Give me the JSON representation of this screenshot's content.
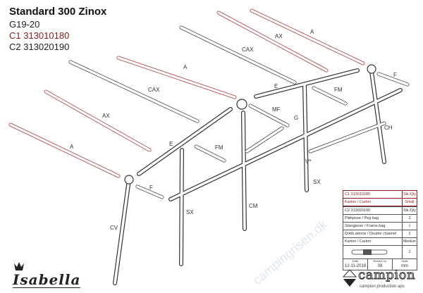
{
  "header": {
    "title": "Standard 300 Zinox",
    "model": "G19-20",
    "c1": "C1 313010180",
    "c2": "C2 313020190"
  },
  "parts": [
    {
      "label": "A",
      "color": "red"
    },
    {
      "label": "AX",
      "color": "red"
    },
    {
      "label": "CAX",
      "color": "black"
    },
    {
      "label": "A",
      "color": "red"
    },
    {
      "label": "CAX",
      "color": "black"
    },
    {
      "label": "AX",
      "color": "red"
    },
    {
      "label": "A",
      "color": "red"
    },
    {
      "label": "E",
      "color": "black"
    },
    {
      "label": "E",
      "color": "black"
    },
    {
      "label": "FM",
      "color": "black"
    },
    {
      "label": "FM",
      "color": "black"
    },
    {
      "label": "F",
      "color": "black"
    },
    {
      "label": "F",
      "color": "black"
    },
    {
      "label": "MF",
      "color": "black"
    },
    {
      "label": "G",
      "color": "black"
    },
    {
      "label": "CH",
      "color": "black"
    },
    {
      "label": "V*",
      "color": "black"
    },
    {
      "label": "SX",
      "color": "black"
    },
    {
      "label": "SX",
      "color": "black"
    },
    {
      "label": "CM",
      "color": "black"
    },
    {
      "label": "CV",
      "color": "black"
    }
  ],
  "table_c1": {
    "header": "C1 313010180",
    "qty_header": "Stk./Qty",
    "rows": [
      {
        "item": "Karton / Carton",
        "qty": "Small"
      }
    ]
  },
  "table_c2": {
    "header": "C2 313020190",
    "qty_header": "Stk./Qty",
    "rows": [
      {
        "item": "Pløkpose / Peg bag",
        "qty": "3"
      },
      {
        "item": "Stangpose / Frame bag",
        "qty": "1"
      },
      {
        "item": "Dobb.skinne / Double channel",
        "qty": "2"
      },
      {
        "item": "Karton / Carton",
        "qty": "Medium"
      }
    ],
    "image_row_qty": "2",
    "footer": {
      "date_label": "Date",
      "date": "12-11-2019",
      "version_label": "Version no.",
      "version": "08",
      "units_label": "Units",
      "units": "mm"
    }
  },
  "brand": {
    "name": "campion",
    "sub": "campion production aps",
    "isabella": "Isabella",
    "watermark": "campingrisen.dk"
  },
  "colors": {
    "red": "#b03a3a",
    "black": "#333333",
    "accent_text": "#8b1c1c"
  }
}
